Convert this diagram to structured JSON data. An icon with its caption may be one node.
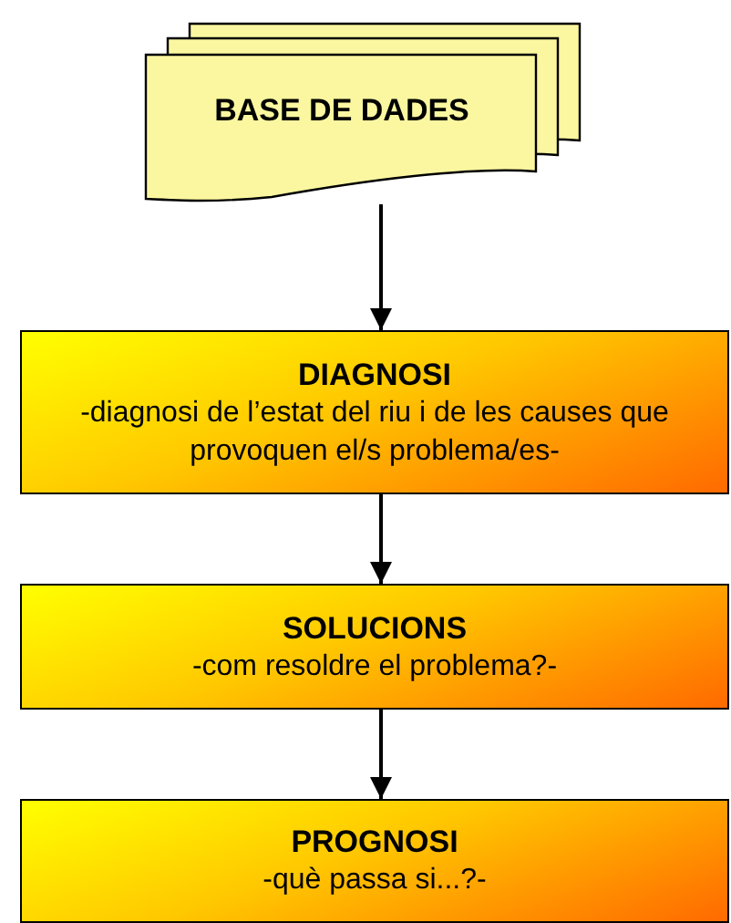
{
  "diagram": {
    "nodes": [
      {
        "text": [
          "BASE DE DADES"
        ]
      },
      {
        "text": [
          "DIAGNOSI",
          "-diagnosi de l’estat del riu i de les causes que provoquen el/s problema/es-"
        ]
      },
      {
        "text": [
          "SOLUCIONS",
          "-com resoldre el problema?-"
        ]
      },
      {
        "text": [
          "PROGNOSI",
          "-què passa si...?-"
        ]
      }
    ],
    "edges": [
      {
        "from": 0,
        "to": 1,
        "arrow": "to"
      },
      {
        "from": 1,
        "to": 2,
        "arrow": "to"
      },
      {
        "from": 2,
        "to": 3,
        "arrow": "to"
      }
    ]
  }
}
